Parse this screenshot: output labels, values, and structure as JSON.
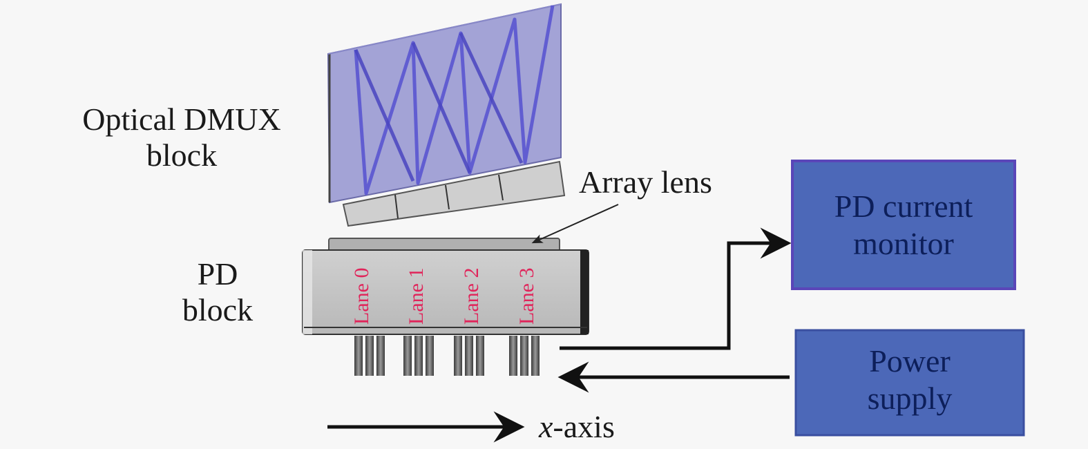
{
  "diagram": {
    "labels": {
      "dmux_line1": "Optical DMUX",
      "dmux_line2": "block",
      "pd_line1": "PD",
      "pd_line2": "block",
      "array_lens": "Array lens",
      "x_axis_var": "x",
      "x_axis_suffix": "-axis"
    },
    "lanes": [
      "Lane 0",
      "Lane 1",
      "Lane 2",
      "Lane 3"
    ],
    "boxes": {
      "monitor": {
        "line1": "PD current",
        "line2": "monitor"
      },
      "power": {
        "line1": "Power",
        "line2": "supply"
      }
    },
    "colors": {
      "dmux_fill": "#a3a3d6",
      "dmux_beam": "#5a55d0",
      "box_fill": "#4c68b8",
      "box_border": "#3a4fa0",
      "pd_body": "#bdbdbd",
      "lane_text": "#e0245a",
      "arrow": "#111111"
    }
  }
}
